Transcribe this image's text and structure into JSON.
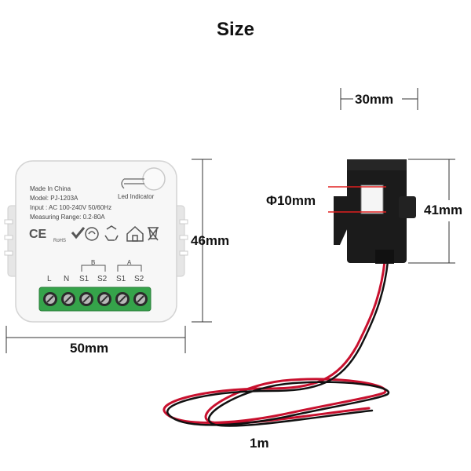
{
  "title": "Size",
  "dimensions": {
    "width": "50mm",
    "height": "46mm",
    "ct_width": "30mm",
    "ct_height": "41mm",
    "ct_hole": "Φ10mm",
    "cable_length": "1m"
  },
  "module": {
    "line1": "Made In China",
    "line2": "Model: PJ-1203A",
    "line3": "Input : AC 100-240V 50/60Hz",
    "line4": "Measuring Range: 0.2-80A",
    "led_label": "Led Indicator",
    "group_b": "B",
    "group_a": "A",
    "terminals": [
      "L",
      "N",
      "S1",
      "S2",
      "S1",
      "S2"
    ],
    "ce_mark": "CE",
    "rohs": "RoHS"
  },
  "colors": {
    "module_body": "#f4f4f4",
    "terminal_block": "#35a34a",
    "ct_body": "#1b1b1b",
    "cable_red": "#c8102e",
    "cable_black": "#111111",
    "hole_marker": "#e02020"
  }
}
